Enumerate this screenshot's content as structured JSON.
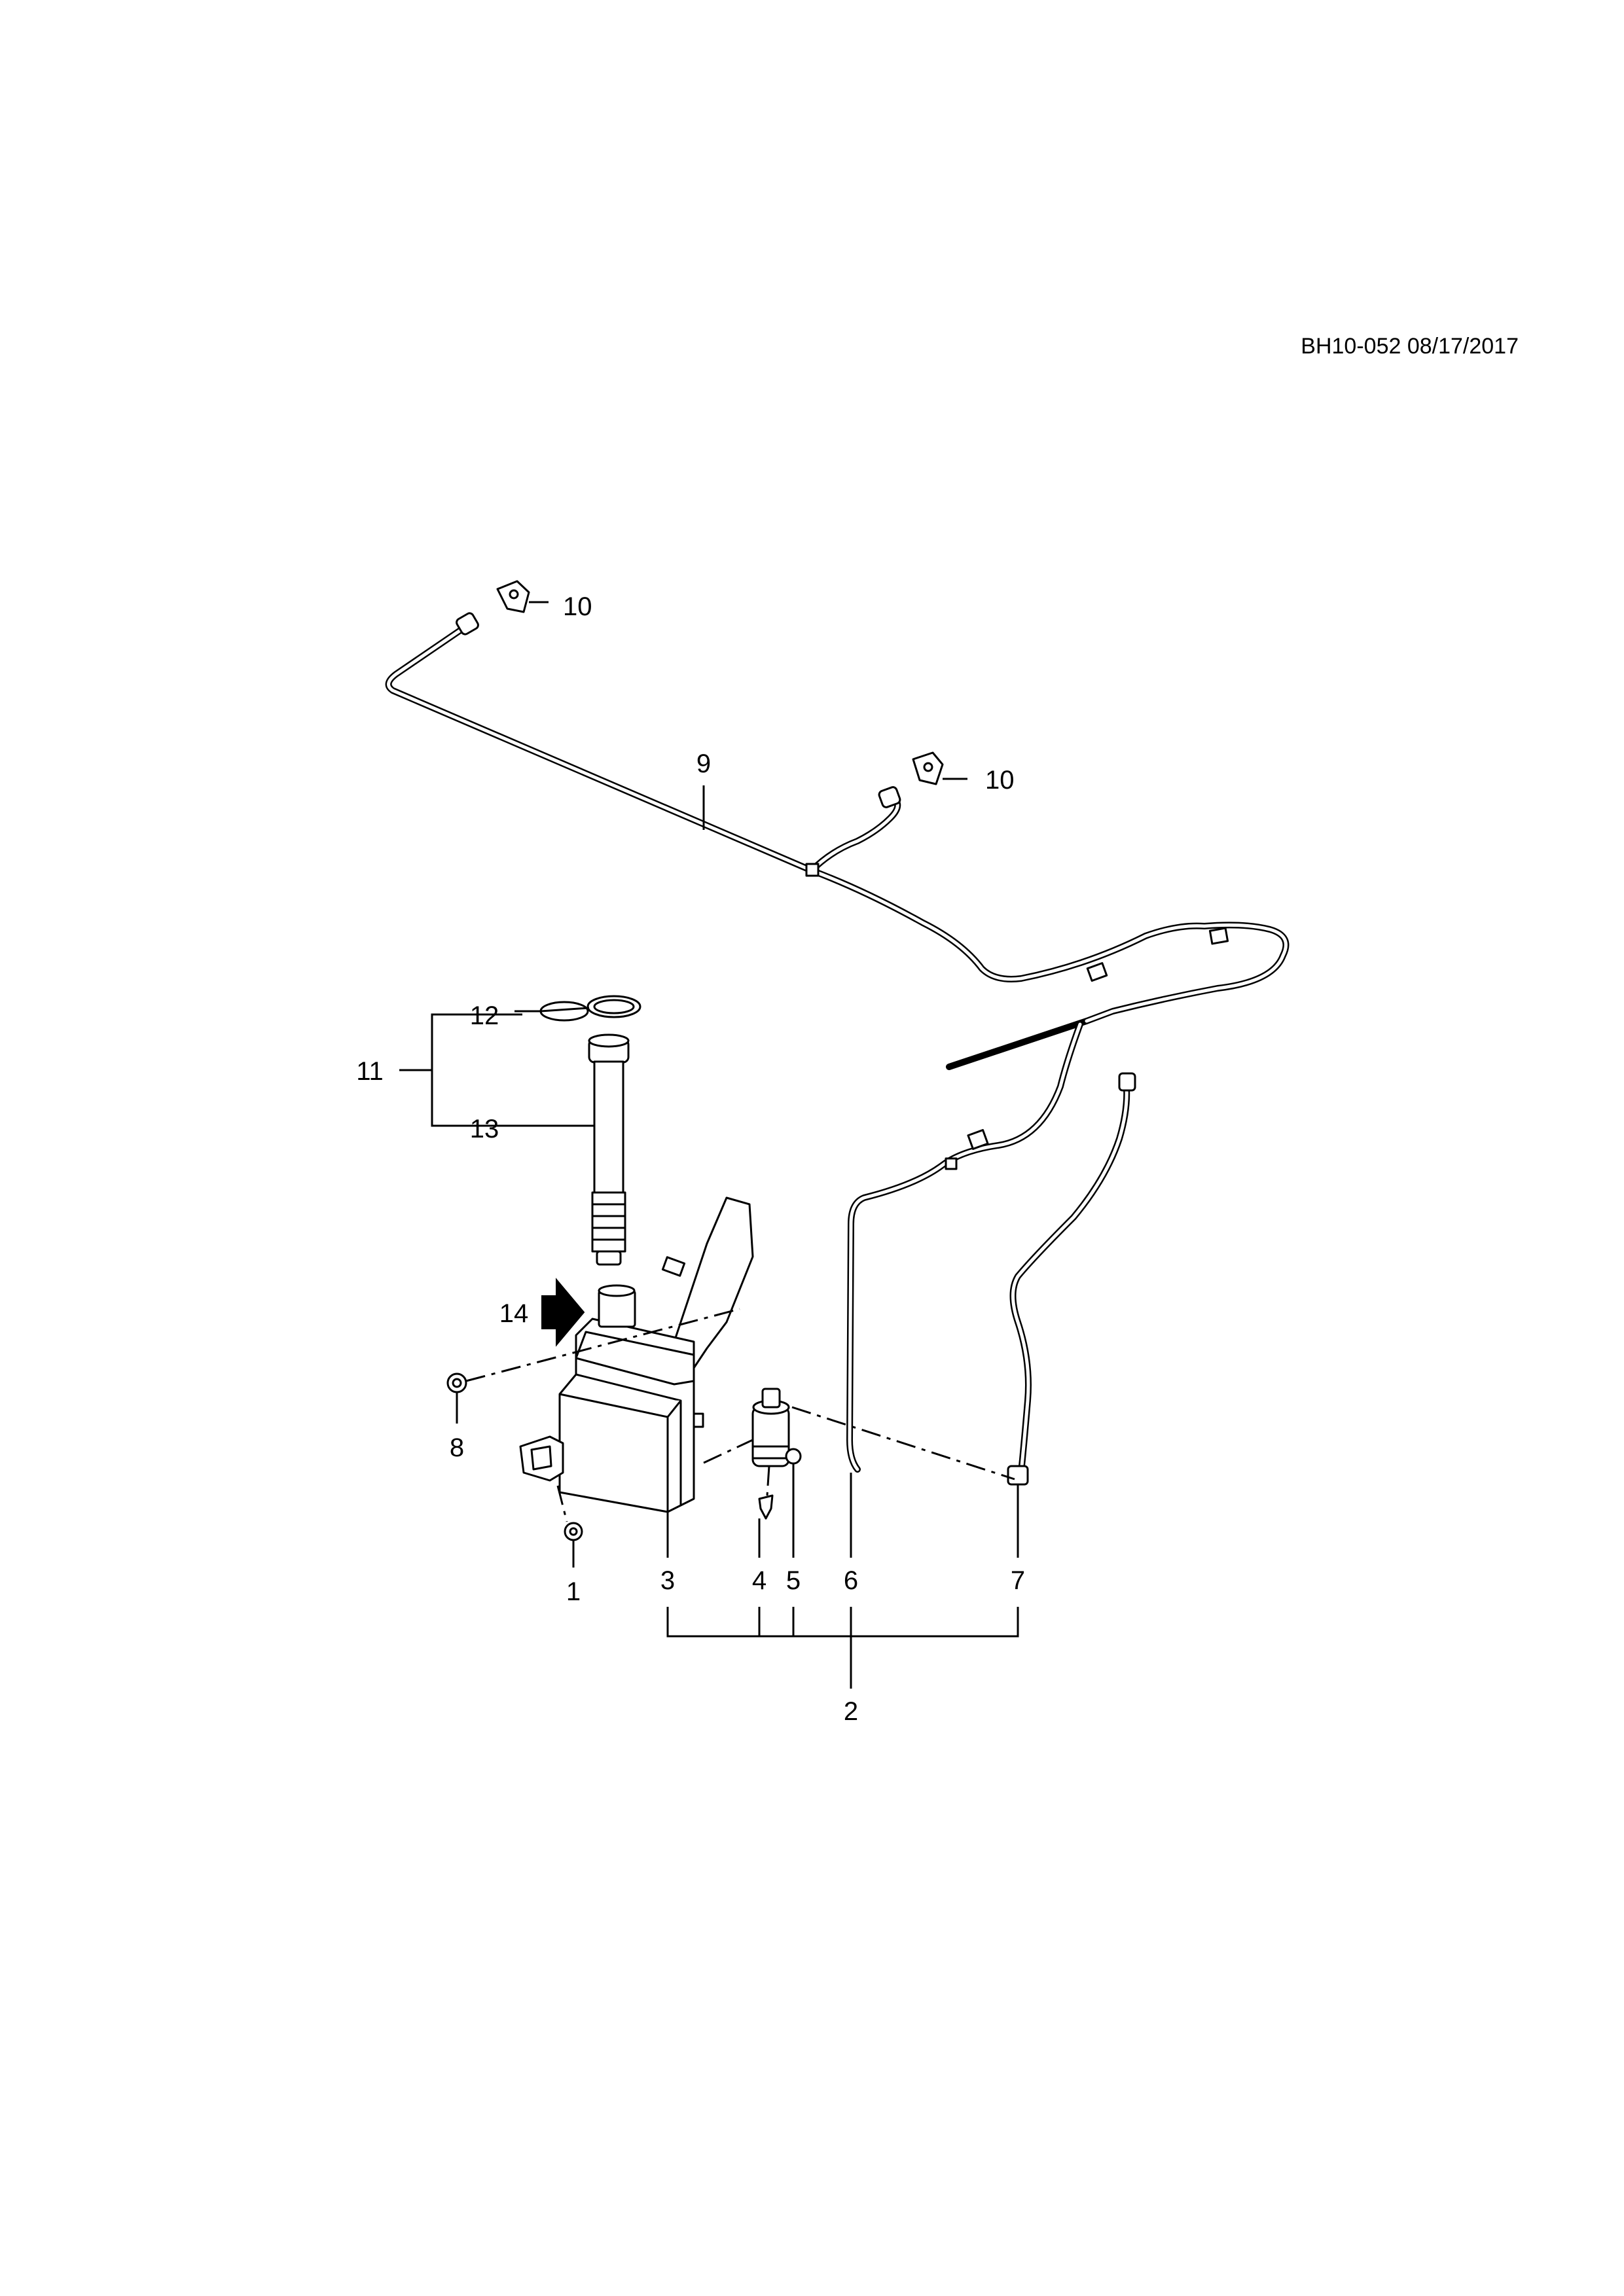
{
  "header": {
    "code_date": "BH10-052 08/17/2017"
  },
  "callouts": [
    "1",
    "2",
    "3",
    "4",
    "5",
    "6",
    "7",
    "8",
    "9",
    "10",
    "10",
    "11",
    "12",
    "13",
    "14"
  ],
  "parts": [
    {
      "ref": "1",
      "icon": "nut-icon"
    },
    {
      "ref": "2",
      "icon": "group-bracket-icon"
    },
    {
      "ref": "3",
      "icon": "washer-reservoir-icon"
    },
    {
      "ref": "4",
      "icon": "grommet-icon"
    },
    {
      "ref": "5",
      "icon": "washer-pump-icon"
    },
    {
      "ref": "6",
      "icon": "hose-icon"
    },
    {
      "ref": "7",
      "icon": "hose-icon"
    },
    {
      "ref": "8",
      "icon": "bolt-icon"
    },
    {
      "ref": "9",
      "icon": "hose-icon"
    },
    {
      "ref": "10",
      "icon": "nozzle-icon"
    },
    {
      "ref": "11",
      "icon": "group-bracket-icon"
    },
    {
      "ref": "12",
      "icon": "cap-icon"
    },
    {
      "ref": "13",
      "icon": "filler-neck-icon"
    },
    {
      "ref": "14",
      "icon": "front-arrow-icon"
    }
  ],
  "colors": {
    "line": "#000000",
    "background": "#ffffff"
  }
}
